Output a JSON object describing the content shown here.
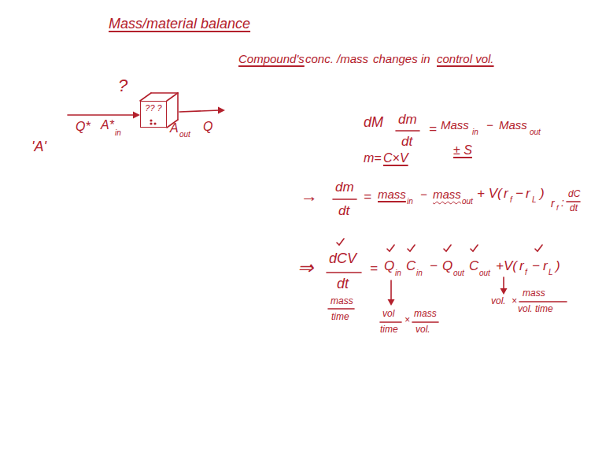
{
  "diagram": {
    "title": "Mass/material balance",
    "nodes": [
      {
        "text": [
          "?? ?"
        ]
      }
    ],
    "labels": [
      "Compound's",
      "conc. /mass",
      "changes in",
      "control vol.",
      "?",
      "'A'",
      "Q*",
      "A*",
      "in",
      "A",
      "out",
      "Q",
      "dM",
      "dm",
      "dt",
      "=",
      "Mass",
      "in",
      "−",
      "Mass",
      "out",
      "± S",
      "m=",
      "C×V",
      "→",
      "dm",
      "dt",
      "=",
      "mass",
      "in",
      "−",
      "mass",
      "out",
      "+ V(",
      "r",
      "f",
      "−",
      "r",
      "L",
      ")",
      "r",
      "f",
      ":",
      "dC",
      "dt",
      "⇒",
      "dCV",
      "dt",
      "=",
      "Q",
      "in",
      "C",
      "in",
      "−",
      "Q",
      "out",
      "C",
      "out",
      "+V(",
      "r",
      "f",
      "−",
      "r",
      "L",
      ")",
      "mass",
      "time",
      "vol",
      "time",
      "×",
      "mass",
      "vol.",
      "vol.",
      "×",
      "mass",
      "vol. time"
    ]
  }
}
